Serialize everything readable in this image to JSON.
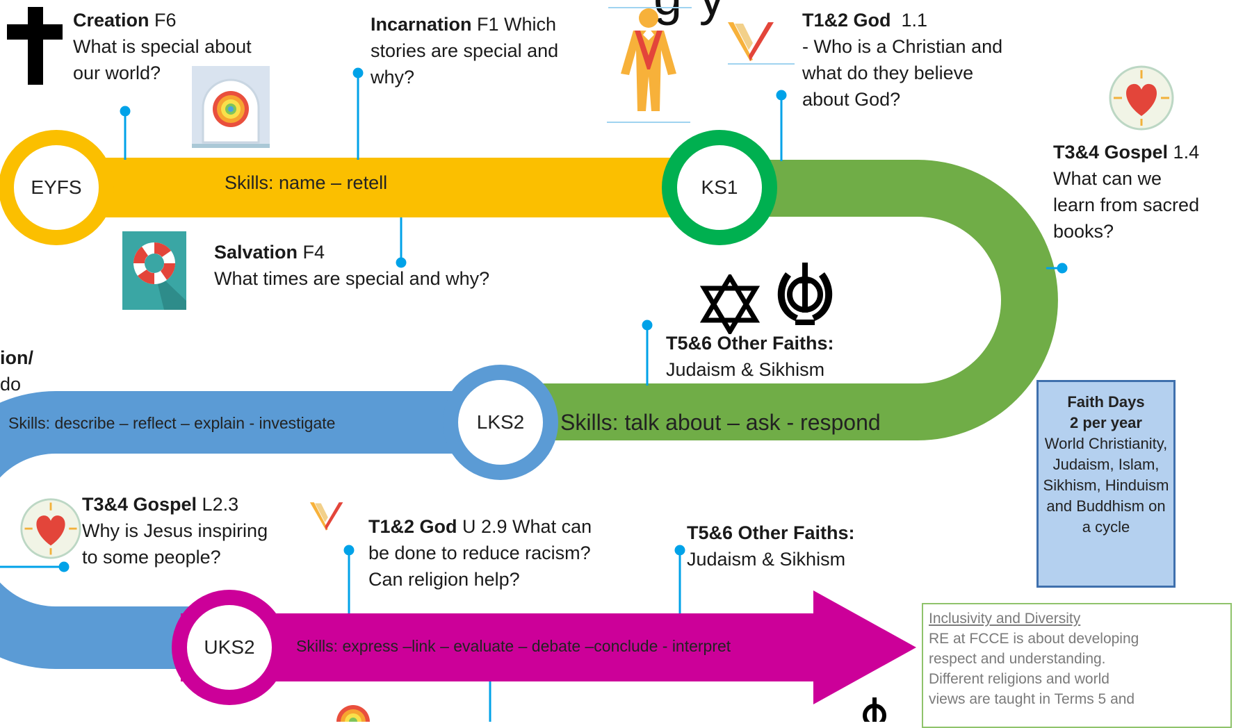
{
  "title_fragment": "g y",
  "stages": {
    "eyfs": "EYFS",
    "ks1": "KS1",
    "lks2": "LKS2",
    "uks2": "UKS2"
  },
  "skills": {
    "eyfs": "Skills: name – retell",
    "ks1": "Skills: talk about – ask - respond",
    "lks2": "Skills: describe – reflect – explain - investigate",
    "uks2": "Skills: express –link – evaluate – debate –conclude - interpret"
  },
  "topics": {
    "creation": {
      "bold": "Creation",
      "code": " F6",
      "q1": "What is special about",
      "q2": "our world?"
    },
    "incarnation": {
      "bold": "Incarnation",
      "code": " F1 Which",
      "q1": "stories are special and",
      "q2": "why?"
    },
    "god_ks1": {
      "bold": "T1&2 God",
      "code": "  1.1",
      "q1": "- Who is a Christian and",
      "q2": "what do they believe",
      "q3": "about God?"
    },
    "gospel_ks1": {
      "bold": "T3&4 Gospel",
      "code": " 1.4",
      "q1": "What can we",
      "q2": "learn from sacred",
      "q3": "books?"
    },
    "salvation": {
      "bold": "Salvation",
      "code": " F4",
      "q1": "What times are special and why?"
    },
    "other_ks1": {
      "bold": "T5&6 Other Faiths:",
      "q1": "Judaism & Sikhism"
    },
    "left_cut": {
      "bold": "ion/",
      "q1": "do"
    },
    "gospel_lks2": {
      "bold": "T3&4 Gospel",
      "code": " L2.3",
      "q1": "Why is Jesus inspiring",
      "q2": "to some people?"
    },
    "god_uks2": {
      "bold": "T1&2 God",
      "code": " U 2.9 What can",
      "q1": "be done to reduce racism?",
      "q2": "Can religion help?"
    },
    "other_uks2": {
      "bold": "T5&6 Other Faiths:",
      "q1": "Judaism & Sikhism"
    }
  },
  "faith_days": {
    "title": "Faith Days",
    "subtitle": "2 per year",
    "l1": "World Christianity,",
    "l2": "Judaism, Islam,",
    "l3": "Sikhism, Hinduism",
    "l4": "and Buddhism on",
    "l5": "a cycle"
  },
  "inclusivity": {
    "heading": "Inclusivity and Diversity",
    "l1": "RE at FCCE is about developing",
    "l2": "respect and understanding.",
    "l3": "Different religions and world",
    "l4": "views are taught in Terms 5 and"
  },
  "colors": {
    "eyfs": "#fbbf00",
    "ks1": "#70ad47",
    "ks1_ring": "#00b050",
    "lks2": "#5b9bd5",
    "uks2": "#cc0099",
    "connector": "#00a2e8"
  }
}
